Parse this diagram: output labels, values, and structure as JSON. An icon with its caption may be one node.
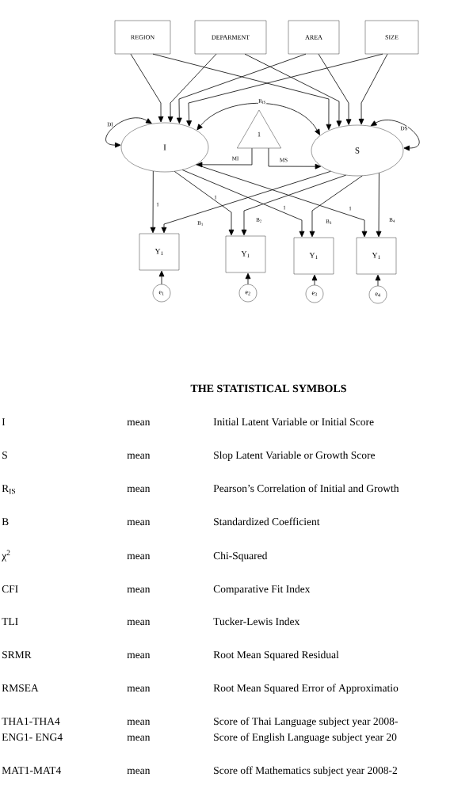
{
  "diagram": {
    "nodes": [
      {
        "text": [
          "REGION"
        ]
      },
      {
        "text": [
          "DEPARMENT"
        ]
      },
      {
        "text": [
          "AREA"
        ]
      },
      {
        "text": [
          "SIZE"
        ]
      },
      {
        "text": [
          "I"
        ]
      },
      {
        "text": [
          "1"
        ]
      },
      {
        "text": [
          "S"
        ]
      },
      {
        "text": [
          "Y$_{1}$"
        ]
      },
      {
        "text": [
          "Y$_{1}$"
        ]
      },
      {
        "text": [
          "Y$_{1}$"
        ]
      },
      {
        "text": [
          "Y$_{1}$"
        ]
      },
      {
        "text": [
          "e$_{1}$"
        ]
      },
      {
        "text": [
          "e$_{2}$"
        ]
      },
      {
        "text": [
          "e$_{3}$"
        ]
      },
      {
        "text": [
          "e$_{4}$"
        ]
      }
    ],
    "edges": [
      {
        "from": 0,
        "to": 4,
        "arrow": "to"
      },
      {
        "from": 0,
        "to": 6,
        "arrow": "to"
      },
      {
        "from": 1,
        "to": 4,
        "arrow": "to"
      },
      {
        "from": 1,
        "to": 6,
        "arrow": "to"
      },
      {
        "from": 2,
        "to": 4,
        "arrow": "to"
      },
      {
        "from": 2,
        "to": 6,
        "arrow": "to"
      },
      {
        "from": 3,
        "to": 4,
        "arrow": "to"
      },
      {
        "from": 3,
        "to": 6,
        "arrow": "to"
      },
      {
        "from": 4,
        "to": 4,
        "arrow": "both",
        "label": "DI"
      },
      {
        "from": 6,
        "to": 6,
        "arrow": "both",
        "label": "DS"
      },
      {
        "from": 4,
        "to": 6,
        "arrow": "both",
        "label": "R$_{IS}$"
      },
      {
        "from": 5,
        "to": 4,
        "arrow": "to",
        "label": "MI"
      },
      {
        "from": 5,
        "to": 6,
        "arrow": "to",
        "label": "MS"
      },
      {
        "from": 4,
        "to": 7,
        "arrow": "to",
        "label": "1"
      },
      {
        "from": 4,
        "to": 8,
        "arrow": "to",
        "label": "1"
      },
      {
        "from": 4,
        "to": 9,
        "arrow": "to",
        "label": "1"
      },
      {
        "from": 4,
        "to": 10,
        "arrow": "to",
        "label": "1"
      },
      {
        "from": 6,
        "to": 7,
        "arrow": "to",
        "label": "B$_{1}$"
      },
      {
        "from": 6,
        "to": 8,
        "arrow": "to",
        "label": "B$_{2}$"
      },
      {
        "from": 6,
        "to": 9,
        "arrow": "to",
        "label": "B$_{3}$"
      },
      {
        "from": 6,
        "to": 10,
        "arrow": "to",
        "label": "B$_{4}$"
      },
      {
        "from": 11,
        "to": 7,
        "arrow": "to"
      },
      {
        "from": 12,
        "to": 8,
        "arrow": "to"
      },
      {
        "from": 13,
        "to": 9,
        "arrow": "to"
      },
      {
        "from": 14,
        "to": 10,
        "arrow": "to"
      }
    ],
    "labels": [
      "THE STATISTICAL SYMBOLS",
      "I",
      "mean",
      "Initial Latent Variable or Initial Score",
      "S",
      "mean",
      "Slop Latent Variable or Growth Score",
      "R$_{IS}$",
      "mean",
      "Pearson’s Correlation of Initial and Growth",
      "B",
      "mean",
      "Standardized Coefficient",
      "χ$^{2}$",
      "mean",
      "Chi-Squared",
      "CFI",
      "mean",
      "Comparative Fit Index",
      "TLI",
      "mean",
      "Tucker-Lewis Index",
      "SRMR",
      "mean",
      "Root Mean Squared Residual",
      "RMSEA",
      "mean",
      "Root Mean Squared Error of Approximatio",
      "THA1-THA4",
      "mean",
      "Score of Thai Language subject year 2008-",
      "ENG1- ENG4",
      "mean",
      "Score of English Language subject year 20",
      "MAT1-MAT4",
      "mean",
      "Score off Mathematics subject year 2008-2"
    ]
  }
}
